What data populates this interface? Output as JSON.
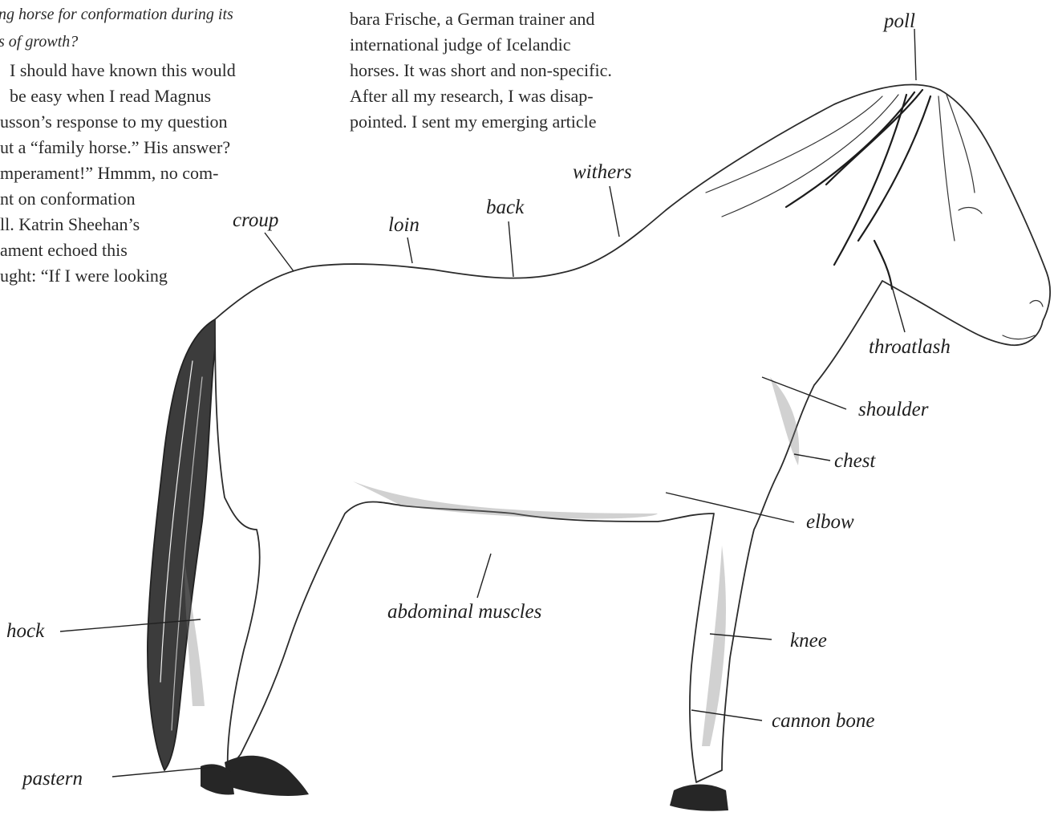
{
  "text": {
    "left_column": [
      {
        "text": "ng horse for conformation during its",
        "italic": true
      },
      {
        "text": "s of growth?",
        "italic": true
      },
      {
        "text": "I should have known this would",
        "italic": false
      },
      {
        "text": "be easy when I read  Magnus",
        "italic": false
      },
      {
        "text": "usson’s response to my question",
        "italic": false
      },
      {
        "text": "ut a “family horse.” His answer?",
        "italic": false
      },
      {
        "text": "mperament!” Hmmm, no com-",
        "italic": false
      },
      {
        "text": "nt on conformation",
        "italic": false
      },
      {
        "text": "ll. Katrin Sheehan’s",
        "italic": false
      },
      {
        "text": "ament echoed this",
        "italic": false
      },
      {
        "text": "ught: “If I were looking",
        "italic": false
      }
    ],
    "middle_column": [
      "bara Frische, a German trainer and",
      "international judge of Icelandic",
      "horses. It was short and non-specific.",
      "After all my research, I was disap-",
      "pointed. I sent my emerging article"
    ]
  },
  "diagram": {
    "labels": {
      "poll": "poll",
      "withers": "withers",
      "back": "back",
      "loin": "loin",
      "croup": "croup",
      "throatlash": "throatlash",
      "shoulder": "shoulder",
      "chest": "chest",
      "elbow": "elbow",
      "abdominal_muscles": "abdominal muscles",
      "knee": "knee",
      "hock": "hock",
      "cannon_bone": "cannon bone",
      "pastern": "pastern"
    }
  }
}
